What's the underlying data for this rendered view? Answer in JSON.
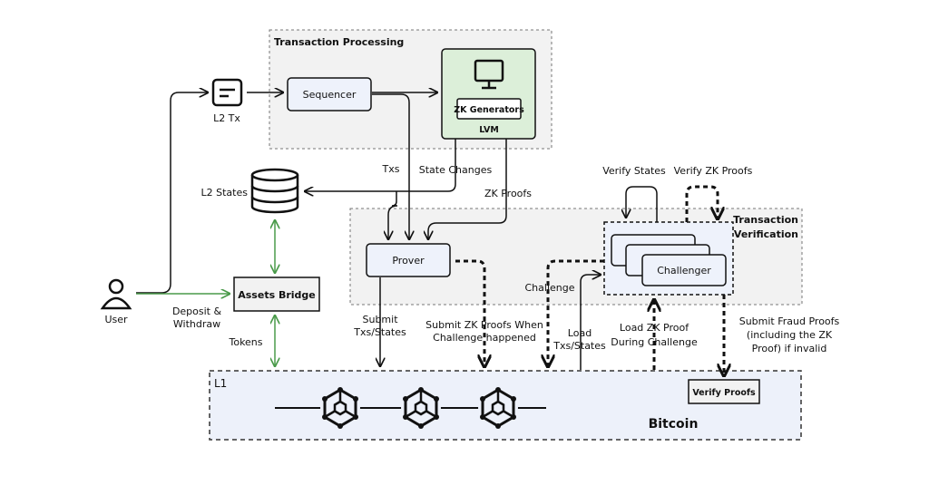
{
  "regions": {
    "processing": "Transaction Processing",
    "verification": [
      "Transaction",
      "Verification"
    ],
    "l1": "L1"
  },
  "nodes": {
    "l2tx": "L2 Tx",
    "sequencer": "Sequencer",
    "zk_generators": "ZK Generators",
    "lvm": "LVM",
    "l2_states": "L2 States",
    "user": "User",
    "assets_bridge": "Assets Bridge",
    "prover": "Prover",
    "challenger": "Challenger",
    "verify_proofs": "Verify Proofs",
    "bitcoin": "Bitcoin"
  },
  "edges": {
    "txs": "Txs",
    "state_changes": "State Changes",
    "zk_proofs": "ZK Proofs",
    "verify_states": "Verify States",
    "verify_zk_proofs": "Verify ZK Proofs",
    "deposit_withdraw": [
      "Deposit &",
      "Withdraw"
    ],
    "tokens": "Tokens",
    "submit_txs_states": [
      "Submit",
      "Txs/States"
    ],
    "submit_zk_proofs": [
      "Submit ZK Proofs When",
      "Challenge happened"
    ],
    "challenge": "Challenge",
    "load_txs_states": [
      "Load",
      "Txs/States"
    ],
    "load_zk_proof": [
      "Load ZK Proof",
      "During Challenge"
    ],
    "submit_fraud_proofs": [
      "Submit Fraud Proofs",
      "(including the ZK",
      "Proof) if invalid"
    ]
  },
  "colors": {
    "line": "#111111",
    "green": "#4a9a4a",
    "region_fill": "#f2f2f2",
    "box_fill": "#eef2fb",
    "lvm_fill": "#dcefd9",
    "l1_fill": "#edf1fa"
  },
  "icons": [
    "document-icon",
    "monitor-icon",
    "database-icon",
    "user-icon",
    "bitcoin-node-icon"
  ]
}
